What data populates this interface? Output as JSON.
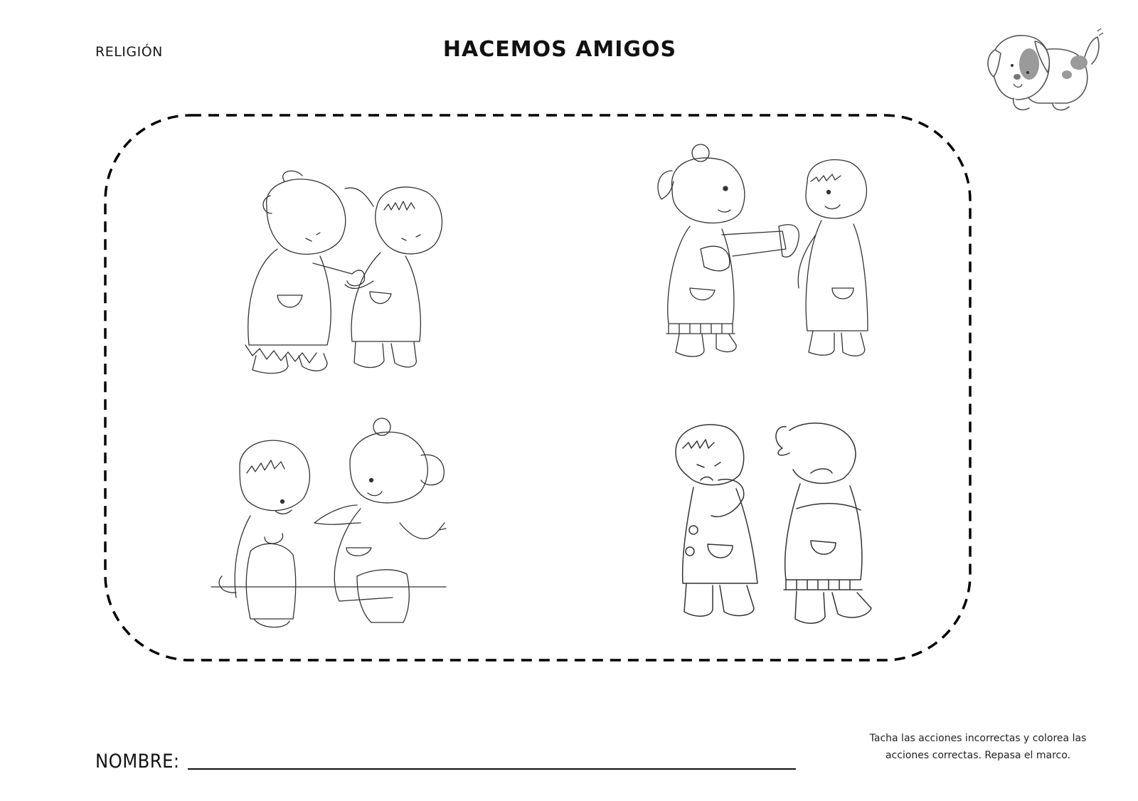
{
  "header": {
    "subject": "RELIGIÓN",
    "title": "HACEMOS AMIGOS",
    "mascot_icon": "puppy-illustration"
  },
  "activity": {
    "frame_style": "dashed-rounded-border",
    "illustrations": [
      {
        "position": "top-left",
        "description": "Niña y niño peleándose (girl pulling boy's hair)",
        "action": "incorrect"
      },
      {
        "position": "top-right",
        "description": "Niña compartiendo un vaso con un niño",
        "action": "correct"
      },
      {
        "position": "bottom-left",
        "description": "Niño y niña sentados juntos, abrazados y sonriendo",
        "action": "correct"
      },
      {
        "position": "bottom-right",
        "description": "Niño y niña enfadados dándose la espalda",
        "action": "incorrect"
      }
    ]
  },
  "footer": {
    "name_label": "NOMBRE:",
    "instructions_line1": "Tacha las acciones incorrectas y colorea las",
    "instructions_line2": "acciones correctas. Repasa el marco."
  }
}
